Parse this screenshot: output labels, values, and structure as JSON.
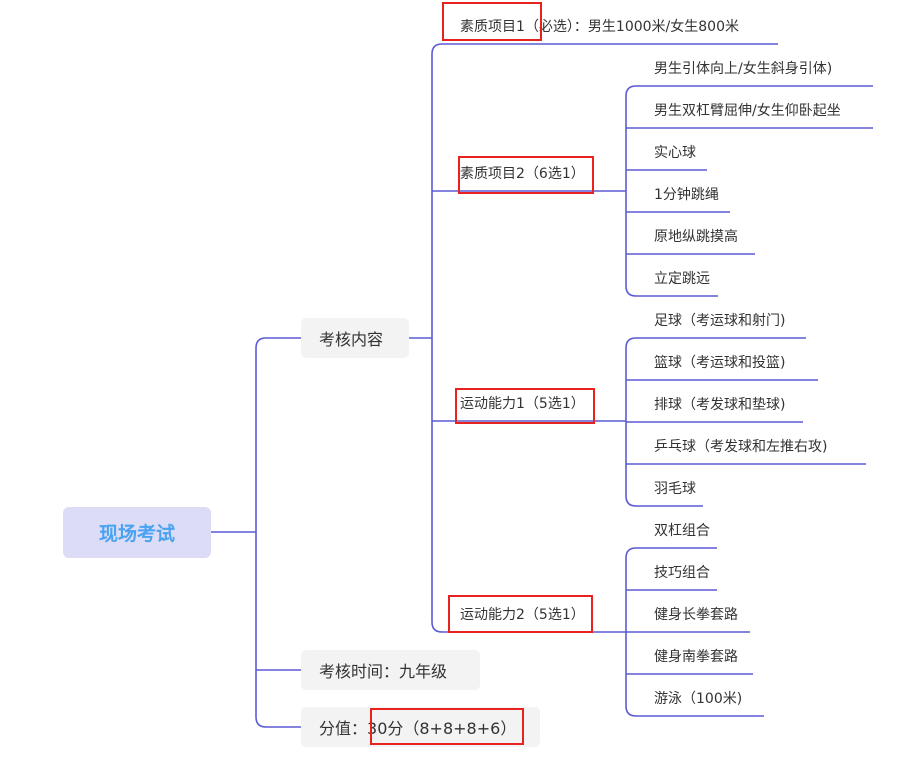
{
  "root": {
    "label": "现场考试"
  },
  "branches": {
    "content": {
      "label": "考核内容"
    },
    "time": {
      "label": "考核时间：九年级"
    },
    "score": {
      "label_prefix": "分值：",
      "label_value": "30分（8+8+8+6）"
    }
  },
  "groups": [
    {
      "label": "素质项目1（必选）：男生1000米/女生800米",
      "children": []
    },
    {
      "label": "素质项目2（6选1）",
      "children": [
        "男生引体向上/女生斜身引体)",
        "男生双杠臂屈伸/女生仰卧起坐",
        "实心球",
        "1分钟跳绳",
        "原地纵跳摸高",
        "立定跳远"
      ]
    },
    {
      "label": "运动能力1（5选1）",
      "children": [
        "足球（考运球和射门)",
        "篮球（考运球和投篮)",
        "排球（考发球和垫球)",
        "乒乓球（考发球和左推右攻)",
        "羽毛球"
      ]
    },
    {
      "label": "运动能力2（5选1）",
      "children": [
        "双杠组合",
        "技巧组合",
        "健身长拳套路",
        "健身南拳套路",
        "游泳（100米)"
      ]
    }
  ],
  "colors": {
    "line": "#5b5bd6",
    "highlight": "#e8231f",
    "root_bg": "#dcdcf7",
    "root_text": "#4aa3f0"
  }
}
